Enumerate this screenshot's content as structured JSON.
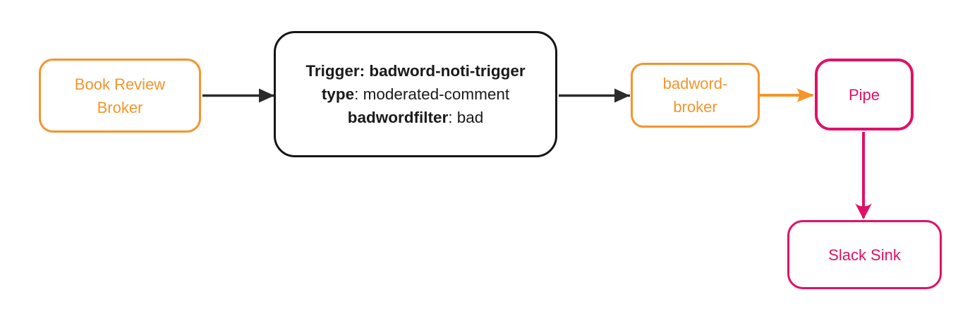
{
  "colors": {
    "orange": "#F4952B",
    "pink": "#DF1167",
    "node_black": "#161616",
    "arrow_black": "#2B2B2B",
    "trigger_text": "#1A1A1A",
    "background": "#FFFFFF"
  },
  "nodes": {
    "book_review_broker": {
      "label": "Book Review Broker"
    },
    "trigger": {
      "lines": [
        {
          "bold": "Trigger: badword-noti-trigger",
          "rest": ""
        },
        {
          "bold": "type",
          "rest": ": moderated-comment"
        },
        {
          "bold": "badwordfilter",
          "rest": ": bad"
        }
      ]
    },
    "badword_broker": {
      "label": "badword-broker"
    },
    "pipe": {
      "label": "Pipe"
    },
    "slack_sink": {
      "label": "Slack Sink"
    }
  },
  "edges": [
    {
      "from": "book_review_broker",
      "to": "trigger",
      "color": "black"
    },
    {
      "from": "trigger",
      "to": "badword_broker",
      "color": "black"
    },
    {
      "from": "badword_broker",
      "to": "pipe",
      "color": "orange"
    },
    {
      "from": "pipe",
      "to": "slack_sink",
      "color": "pink"
    }
  ]
}
